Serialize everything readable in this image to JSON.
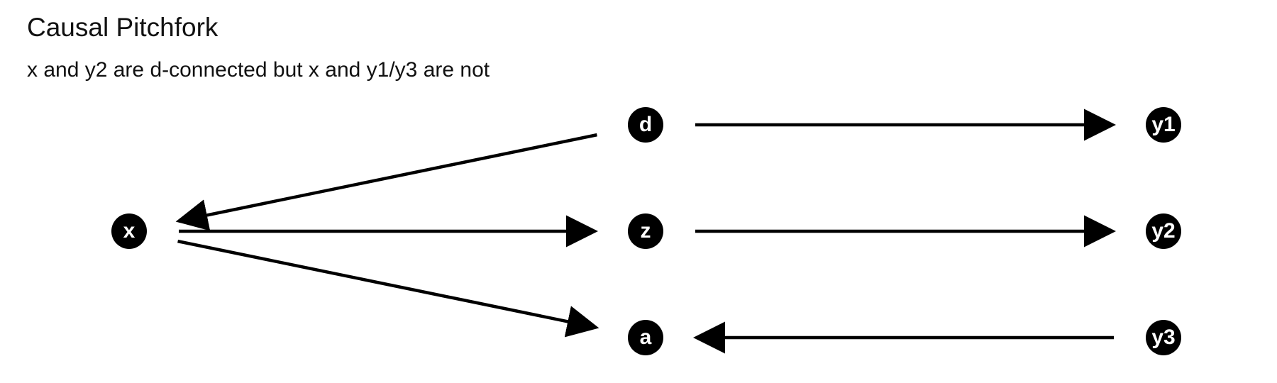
{
  "diagram": {
    "title": "Causal Pitchfork",
    "subtitle": "x and y2 are d-connected but x and y1/y3 are not",
    "node_color": "#000000",
    "node_text_color": "#ffffff",
    "edge_color": "#000000",
    "nodes": [
      {
        "id": "x",
        "label": "x"
      },
      {
        "id": "d",
        "label": "d"
      },
      {
        "id": "z",
        "label": "z"
      },
      {
        "id": "a",
        "label": "a"
      },
      {
        "id": "y1",
        "label": "y1"
      },
      {
        "id": "y2",
        "label": "y2"
      },
      {
        "id": "y3",
        "label": "y3"
      }
    ],
    "edges": [
      {
        "from": "d",
        "to": "x"
      },
      {
        "from": "x",
        "to": "z"
      },
      {
        "from": "x",
        "to": "a"
      },
      {
        "from": "d",
        "to": "y1"
      },
      {
        "from": "z",
        "to": "y2"
      },
      {
        "from": "y3",
        "to": "a"
      }
    ]
  }
}
